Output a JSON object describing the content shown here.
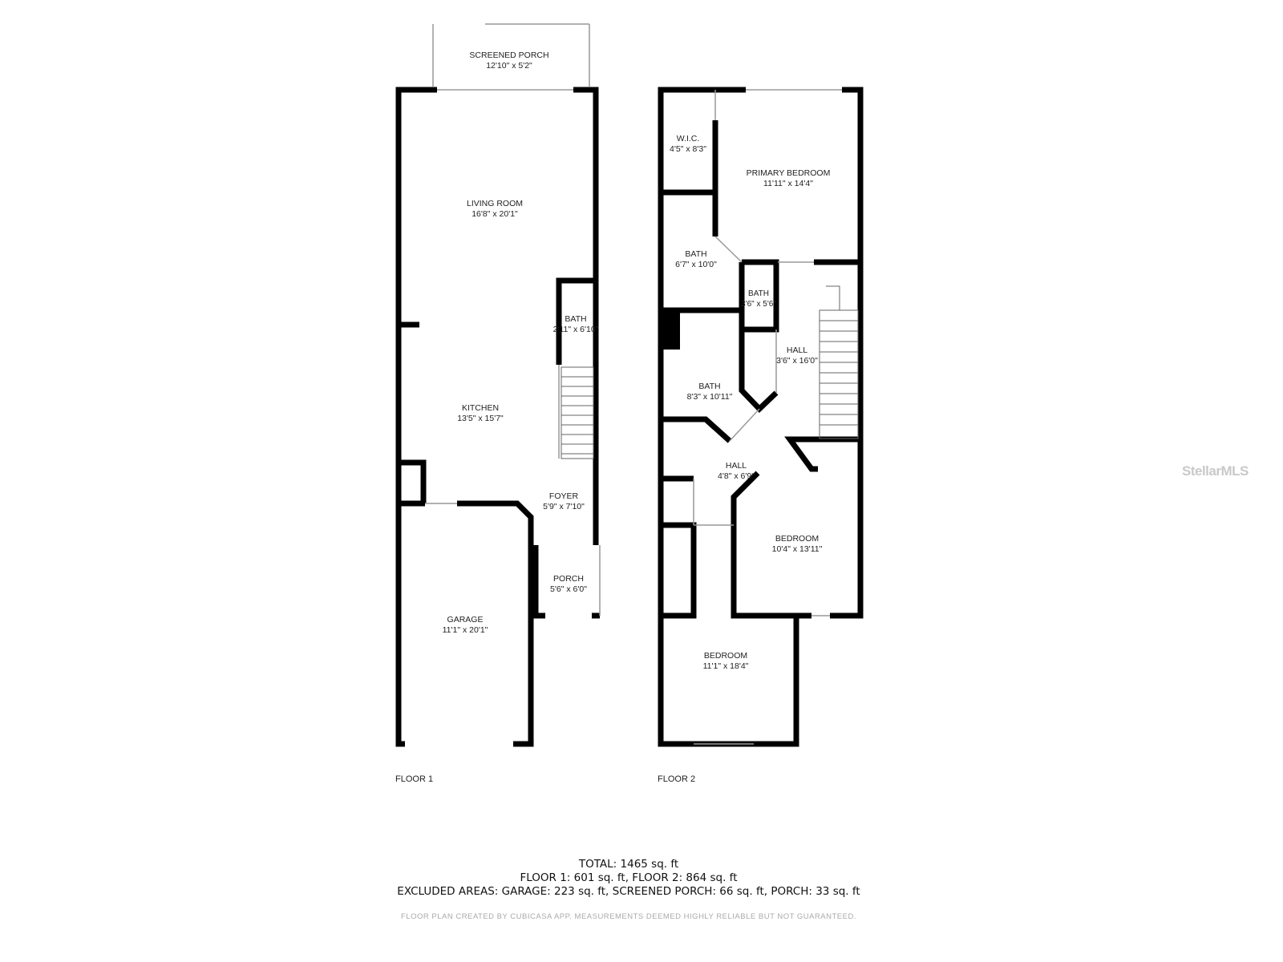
{
  "floor1": {
    "label": "FLOOR 1",
    "rooms": [
      {
        "name": "SCREENED PORCH",
        "size": "12'10\" x 5'2\""
      },
      {
        "name": "LIVING ROOM",
        "size": "16'8\" x 20'1\""
      },
      {
        "name": "BATH",
        "size": "2'11\" x 6'10\""
      },
      {
        "name": "KITCHEN",
        "size": "13'5\" x 15'7\""
      },
      {
        "name": "FOYER",
        "size": "5'9\" x 7'10\""
      },
      {
        "name": "PORCH",
        "size": "5'6\" x 6'0\""
      },
      {
        "name": "GARAGE",
        "size": "11'1\" x 20'1\""
      }
    ]
  },
  "floor2": {
    "label": "FLOOR 2",
    "rooms": [
      {
        "name": "W.I.C.",
        "size": "4'5\" x 8'3\""
      },
      {
        "name": "PRIMARY BEDROOM",
        "size": "11'11\" x 14'4\""
      },
      {
        "name": "BATH",
        "size": "6'7\" x 10'0\""
      },
      {
        "name": "BATH",
        "size": "3'6\" x 5'6\""
      },
      {
        "name": "HALL",
        "size": "3'6\" x 16'0\""
      },
      {
        "name": "BATH",
        "size": "8'3\" x 10'11\""
      },
      {
        "name": "HALL",
        "size": "4'8\" x 6'9\""
      },
      {
        "name": "BEDROOM",
        "size": "10'4\" x 13'11\""
      },
      {
        "name": "BEDROOM",
        "size": "11'1\" x 18'4\""
      }
    ]
  },
  "summary": {
    "total": "TOTAL: 1465 sq. ft",
    "floors": "FLOOR 1: 601 sq. ft, FLOOR 2: 864 sq. ft",
    "excluded": "EXCLUDED AREAS: GARAGE: 223 sq. ft, SCREENED PORCH: 66 sq. ft, PORCH: 33 sq. ft"
  },
  "disclaimer": "FLOOR PLAN CREATED BY CUBICASA APP. MEASUREMENTS DEEMED HIGHLY RELIABLE BUT NOT GUARANTEED.",
  "watermark": "StellarMLS",
  "colors": {
    "wall": "#000000",
    "thin": "#bbbbbb"
  }
}
